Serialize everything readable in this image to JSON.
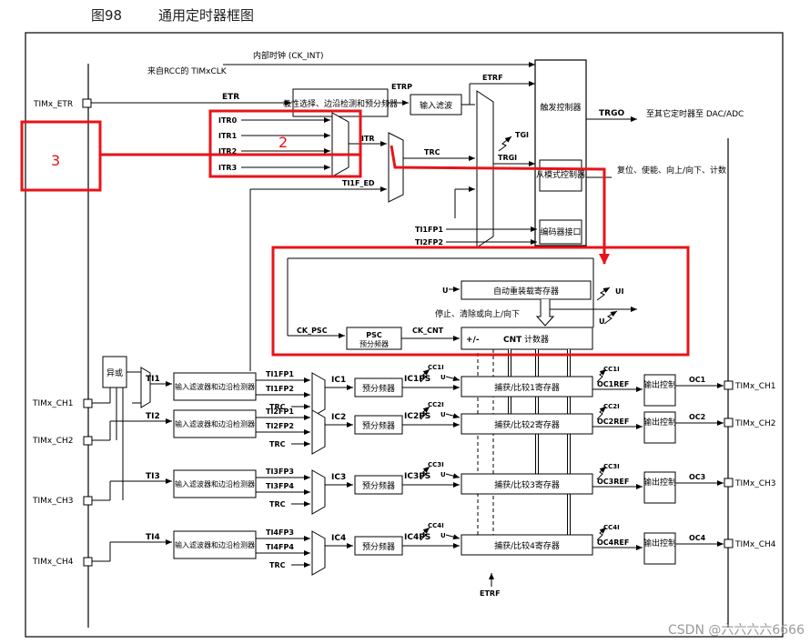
{
  "figure": {
    "number": "图98",
    "title": "通用定时器框图"
  },
  "labels": {
    "ck_int": "内部时钟 (CK_INT)",
    "rcc_clk": "来自RCC的 TIMxCLK",
    "etr_pin": "TIMx_ETR",
    "etr": "ETR",
    "etrp": "ETRP",
    "etrf": "ETRF",
    "polarity_block": "极性选择、边沿检测和预分频器",
    "input_filter": "输入滤波",
    "trigger_ctrl": "触发控制器",
    "trgo": "TRGO",
    "trgo_dest": "至其它定时器至 DAC/ADC",
    "itr0": "ITR0",
    "itr1": "ITR1",
    "itr2": "ITR2",
    "itr3": "ITR3",
    "itr": "ITR",
    "trc": "TRC",
    "tgi": "TGI",
    "trgi": "TRGI",
    "ti1f_ed": "TI1F_ED",
    "slave_mode": "从模式控制器",
    "slave_outputs": "复位、使能、向上/向下、计数",
    "ti1fp1": "TI1FP1",
    "ti2fp2": "TI2FP2",
    "encoder": "编码器接口",
    "u_arr": "U",
    "arr": "自动重装载寄存器",
    "ui": "UI",
    "stop_clear": "停止、清除或向上/向下",
    "u2": "U",
    "ck_psc": "CK_PSC",
    "psc_name": "PSC",
    "psc": "预分频器",
    "ck_cnt": "CK_CNT",
    "cnt_dir": "+/-",
    "cnt_name": "CNT",
    "cnt": "计数器",
    "xor": "异或",
    "etrf_bottom": "ETRF"
  },
  "channels": [
    {
      "pin": "TIMx_CH1",
      "ti": "TI1",
      "filter": "输入滤波器和边沿检测器",
      "fp_a": "TI1FP1",
      "fp_b": "TI1FP2",
      "trc": "TRC",
      "ic": "IC1",
      "prescaler": "预分频器",
      "icps": "IC1PS",
      "cci": "CC1I",
      "u": "U",
      "capture": "捕获/比较1寄存器",
      "cci_out": "CC1I",
      "ocref": "OC1REF",
      "output_ctrl": "输出控制",
      "oc": "OC1",
      "out_pin": "TIMx_CH1"
    },
    {
      "pin": "TIMx_CH2",
      "ti": "TI2",
      "filter": "输入滤波器和边沿检测器",
      "fp_a": "TI2FP1",
      "fp_b": "TI2FP2",
      "trc": "TRC",
      "ic": "IC2",
      "prescaler": "预分频器",
      "icps": "IC2PS",
      "cci": "CC2I",
      "u": "U",
      "capture": "捕获/比较2寄存器",
      "cci_out": "CC2I",
      "ocref": "OC2REF",
      "output_ctrl": "输出控制",
      "oc": "OC2",
      "out_pin": "TIMx_CH2"
    },
    {
      "pin": "TIMx_CH3",
      "ti": "TI3",
      "filter": "输入滤波器和边沿检测器",
      "fp_a": "TI3FP3",
      "fp_b": "TI3FP4",
      "trc": "TRC",
      "ic": "IC3",
      "prescaler": "预分频器",
      "icps": "IC3PS",
      "cci": "CC3I",
      "u": "U",
      "capture": "捕获/比较3寄存器",
      "cci_out": "CC3I",
      "ocref": "OC3REF",
      "output_ctrl": "输出控制",
      "oc": "OC3",
      "out_pin": "TIMx_CH3"
    },
    {
      "pin": "TIMx_CH4",
      "ti": "TI4",
      "filter": "输入滤波器和边沿检测器",
      "fp_a": "TI4FP3",
      "fp_b": "TI4FP4",
      "trc": "TRC",
      "ic": "IC4",
      "prescaler": "预分频器",
      "icps": "IC4PS",
      "cci": "CC4I",
      "u": "U",
      "capture": "捕获/比较4寄存器",
      "cci_out": "CC4I",
      "ocref": "OC4REF",
      "output_ctrl": "输出控制",
      "oc": "OC4",
      "out_pin": "TIMx_CH4"
    }
  ],
  "annotations": {
    "num2": "2",
    "num3": "3",
    "highlight_color": "#e8131a"
  },
  "watermark": "CSDN @六六六六6666"
}
